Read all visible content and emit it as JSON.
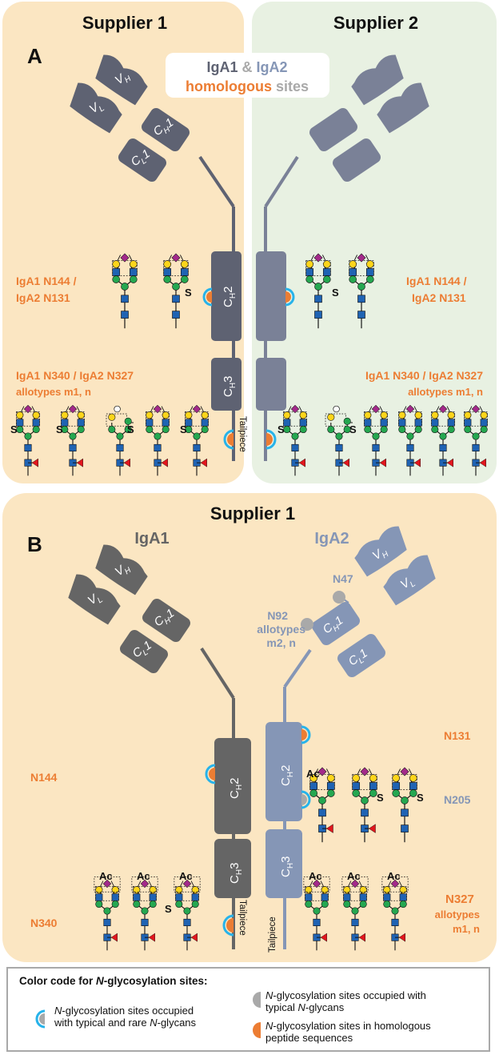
{
  "panel_a": {
    "letter": "A",
    "supplier_left": "Supplier 1",
    "supplier_right": "Supplier 2",
    "key_line1_igA1": "IgA1",
    "key_line1_amp": "&",
    "key_line1_igA2": "IgA2",
    "key_line2_homologous": "homologous",
    "key_line2_sites": "sites",
    "domains": {
      "vh": "V",
      "vh_sub": "H",
      "vl": "V",
      "vl_sub": "L",
      "ch1": "C",
      "ch1_sub": "H",
      "ch1_num": "1",
      "cl1": "C",
      "cl1_sub": "L",
      "cl1_num": "1",
      "ch2": "C",
      "ch2_sub": "H",
      "ch2_num": "2",
      "ch3": "C",
      "ch3_sub": "H",
      "ch3_num": "3"
    },
    "tailpiece": "Tailpiece",
    "site1_left_l1": "IgA1 N144 /",
    "site1_left_l2": "IgA2 N131",
    "site1_right_l1": "IgA1 N144 /",
    "site1_right_l2": "IgA2 N131",
    "site2_left_l1": "IgA1 N340 / IgA2 N327",
    "site2_left_l2": "allotypes m1, n",
    "site2_right_l1": "IgA1 N340 / IgA2 N327",
    "site2_right_l2": "allotypes m1, n",
    "s_label": "S"
  },
  "panel_b": {
    "letter": "B",
    "supplier": "Supplier 1",
    "iga1": "IgA1",
    "iga2": "IgA2",
    "n47": "N47",
    "n92_l1": "N92",
    "n92_l2": "allotypes",
    "n92_l3": "m2, n",
    "n131": "N131",
    "n144": "N144",
    "n205": "N205",
    "n340": "N340",
    "n327_l1": "N327",
    "n327_l2": "allotypes",
    "n327_l3": "m1, n",
    "tailpiece": "Tailpiece",
    "ac_label": "Ac",
    "s_label": "S"
  },
  "legend": {
    "title_prefix": "Color code for ",
    "title_italic": "N",
    "title_suffix": "-glycosylation sites:",
    "item1_l1_italic": "N",
    "item1_l1": "-glycosylation sites occupied",
    "item1_l2": "with typical and rare ",
    "item1_l2_italic": "N",
    "item1_l2_end": "-glycans",
    "item2_l1_italic": "N",
    "item2_l1": "-glycosylation sites occupied with",
    "item2_l2": "typical ",
    "item2_l2_italic": "N",
    "item2_l2_end": "-glycans",
    "item3_l1_italic": "N",
    "item3_l1": "-glycosylation sites in homologous",
    "item3_l2": "peptide sequences"
  },
  "colors": {
    "panel_tan": "#fbe6c2",
    "panel_green": "#e8f1e2",
    "iga_dark": "#5e6272",
    "iga_dark_b": "#656565",
    "iga2_blue": "#8596b6",
    "orange": "#ec7d33",
    "gray_site": "#a9a9a9",
    "ring_blue": "#27b3ea",
    "glcnac": "#1f63b3",
    "mannose": "#25a750",
    "galactose": "#fdd51b",
    "sialic": "#a3298a",
    "fucose": "#e1161d"
  }
}
